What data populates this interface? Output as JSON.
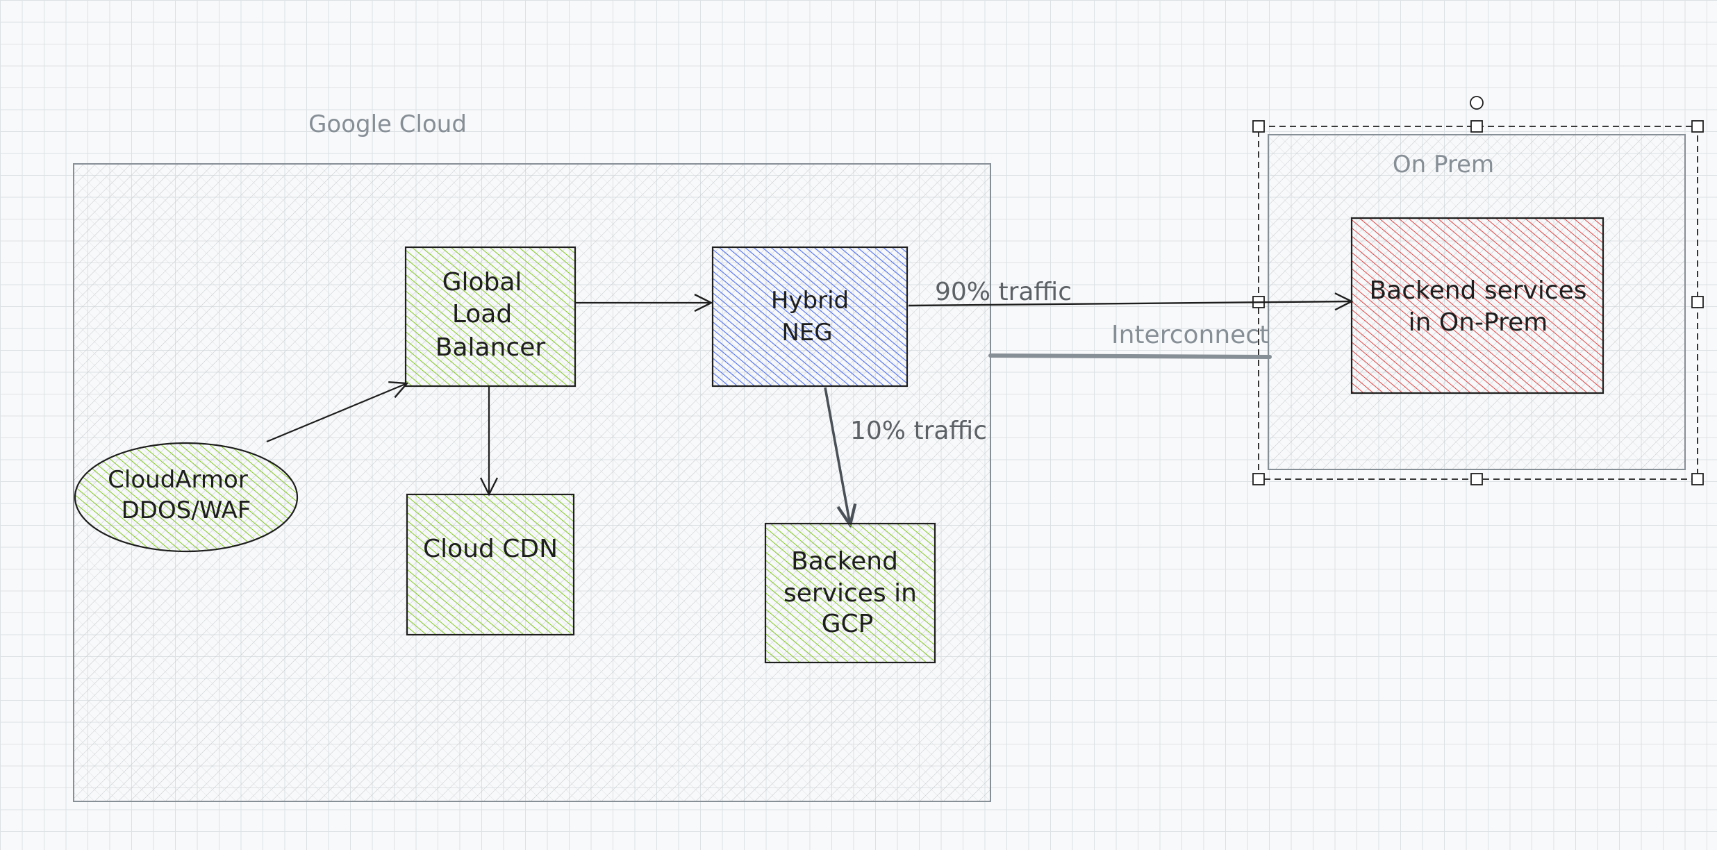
{
  "diagram": {
    "google_cloud_label": "Google Cloud",
    "onprem_label": "On Prem",
    "nodes": {
      "cloudarmor": [
        "CloudArmor",
        "DDOS/WAF"
      ],
      "glb": [
        "Global",
        "Load",
        "Balancer"
      ],
      "cdn": [
        "Cloud CDN"
      ],
      "neg": [
        "Hybrid",
        "NEG"
      ],
      "gcp_backend": [
        "Backend",
        "services in",
        "GCP"
      ],
      "onprem_backend": [
        "Backend services",
        "in On-Prem"
      ]
    },
    "edges": {
      "traffic_90": "90% traffic",
      "traffic_10": "10% traffic",
      "interconnect": "Interconnect"
    },
    "colors": {
      "green_fill": "#82c91e",
      "blue_fill": "#4c6ef5",
      "red_fill": "#e03131",
      "container_stroke": "#868e96",
      "stroke": "#1e1e1e"
    }
  }
}
